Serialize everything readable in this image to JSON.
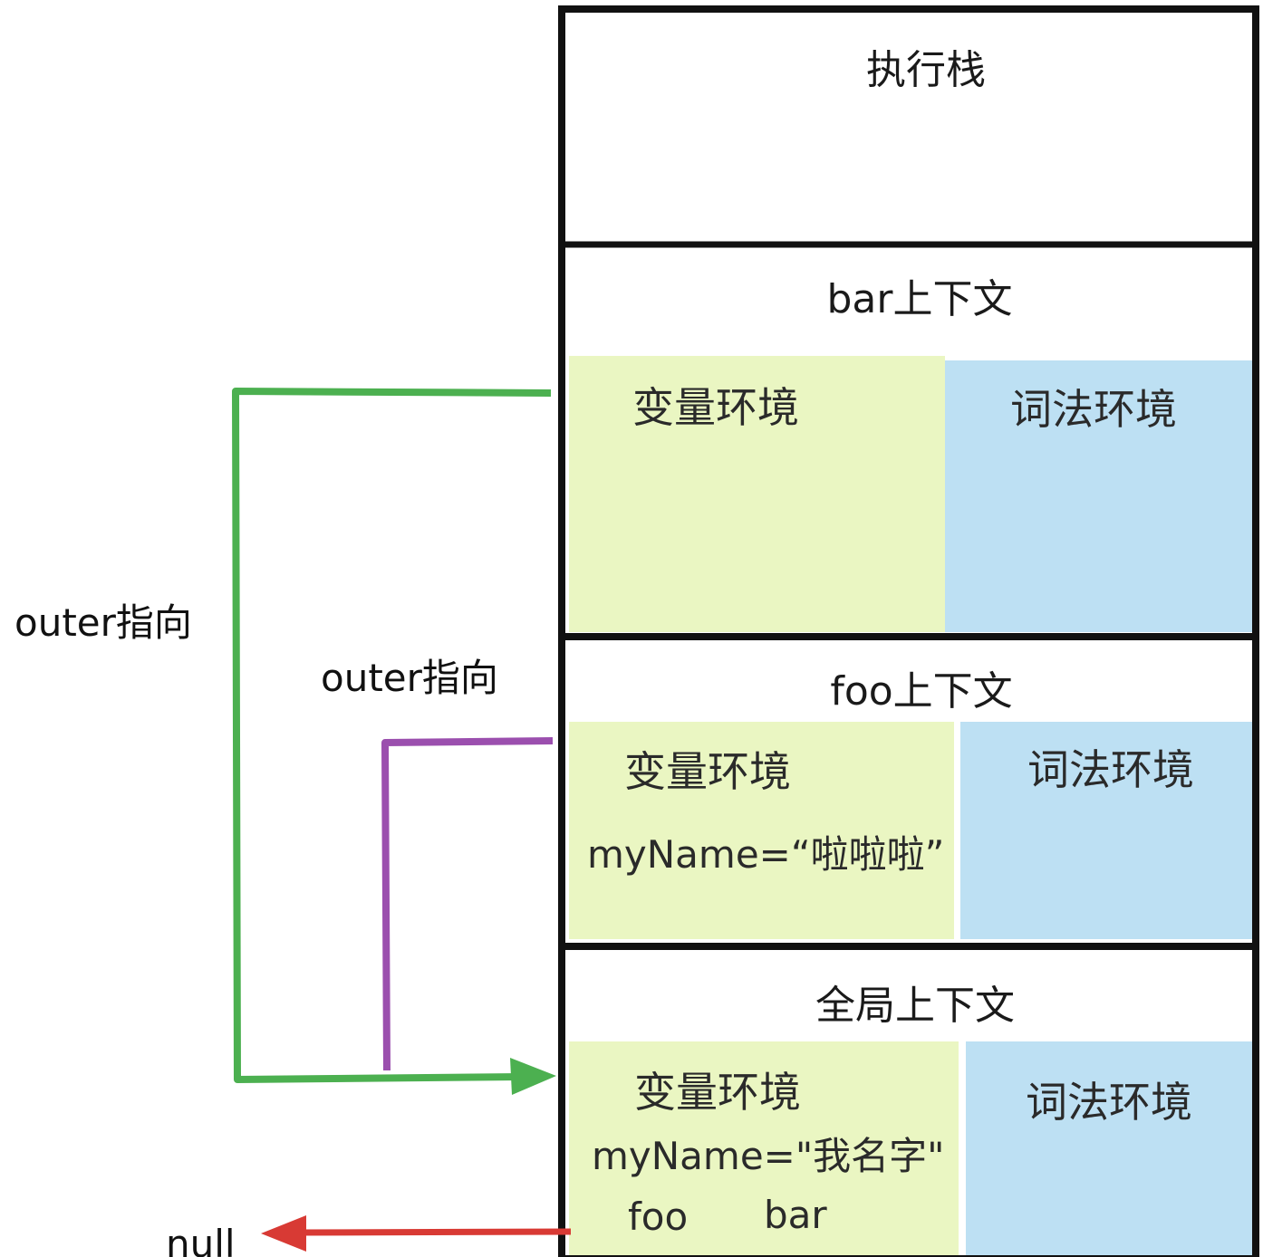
{
  "stack": {
    "title": "执行栈"
  },
  "contexts": [
    {
      "title": "bar上下文",
      "variable_env": {
        "label": "变量环境",
        "lines": []
      },
      "lexical_env": {
        "label": "词法环境"
      }
    },
    {
      "title": "foo上下文",
      "variable_env": {
        "label": "变量环境",
        "lines": [
          "myName=“啦啦啦”"
        ]
      },
      "lexical_env": {
        "label": "词法环境"
      }
    },
    {
      "title": "全局上下文",
      "variable_env": {
        "label": "变量环境",
        "lines": [
          "myName=\"我名字\"",
          "foo",
          "bar"
        ]
      },
      "lexical_env": {
        "label": "词法环境"
      }
    }
  ],
  "arrows": {
    "outer_bar_label": "outer指向",
    "outer_foo_label": "outer指向",
    "null_label": "null"
  },
  "colors": {
    "variable_env_fill": "#eaf6c2",
    "lexical_env_fill": "#bde0f3",
    "border": "#111111",
    "bar_outer_arrow": "#4cb050",
    "foo_outer_arrow": "#9b4fae",
    "null_arrow": "#d83a34"
  }
}
